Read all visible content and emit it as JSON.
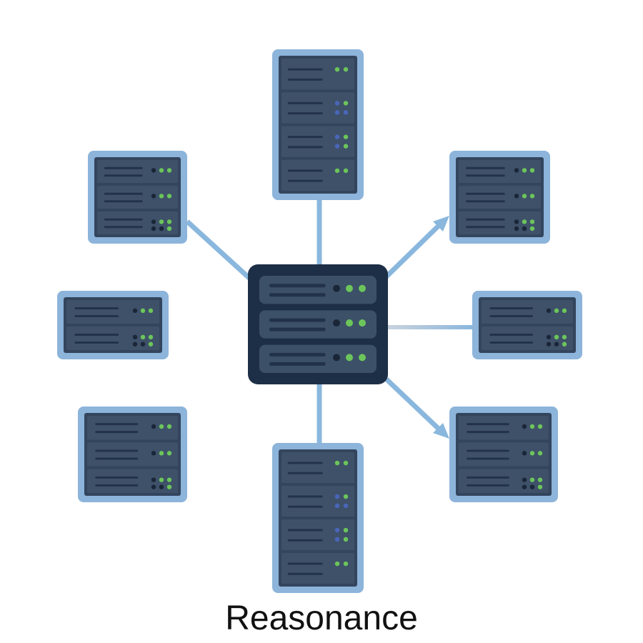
{
  "caption": "Reasonance",
  "colors": {
    "frame": "#8db4da",
    "body": "#33455d",
    "unit": "#3e5169",
    "slot_line": "#22324a",
    "hub_body": "#1d2f47",
    "hub_unit": "#3c5068",
    "led_green": "#6cc55a",
    "led_blue": "#4a66b8",
    "led_off": "#1a2638",
    "connector": "#8ab7dd",
    "text": "#111111"
  },
  "nodes": [
    {
      "id": "hub",
      "units": 3
    },
    {
      "id": "top",
      "units": 4
    },
    {
      "id": "top-left",
      "units": 3
    },
    {
      "id": "left",
      "units": 2
    },
    {
      "id": "bottom-left",
      "units": 3
    },
    {
      "id": "bottom",
      "units": 4
    },
    {
      "id": "top-right",
      "units": 3
    },
    {
      "id": "right",
      "units": 2
    },
    {
      "id": "bottom-right",
      "units": 3
    }
  ]
}
